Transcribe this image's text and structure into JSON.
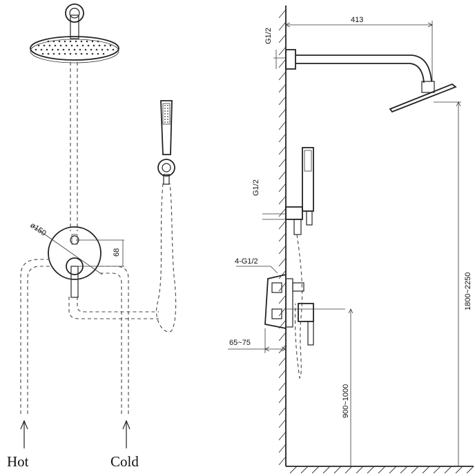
{
  "labels": {
    "hot": "Hot",
    "cold": "Cold",
    "dim_413": "413",
    "dim_g12_top": "G1/2",
    "dim_g12_mid": "G1/2",
    "dim_4g12": "4-G1/2",
    "dim_65_75": "65~75",
    "dim_1800_2250": "1800~2250",
    "dim_900_1000": "900~1000",
    "dim_phi150": "ø150",
    "dim_68": "68"
  }
}
